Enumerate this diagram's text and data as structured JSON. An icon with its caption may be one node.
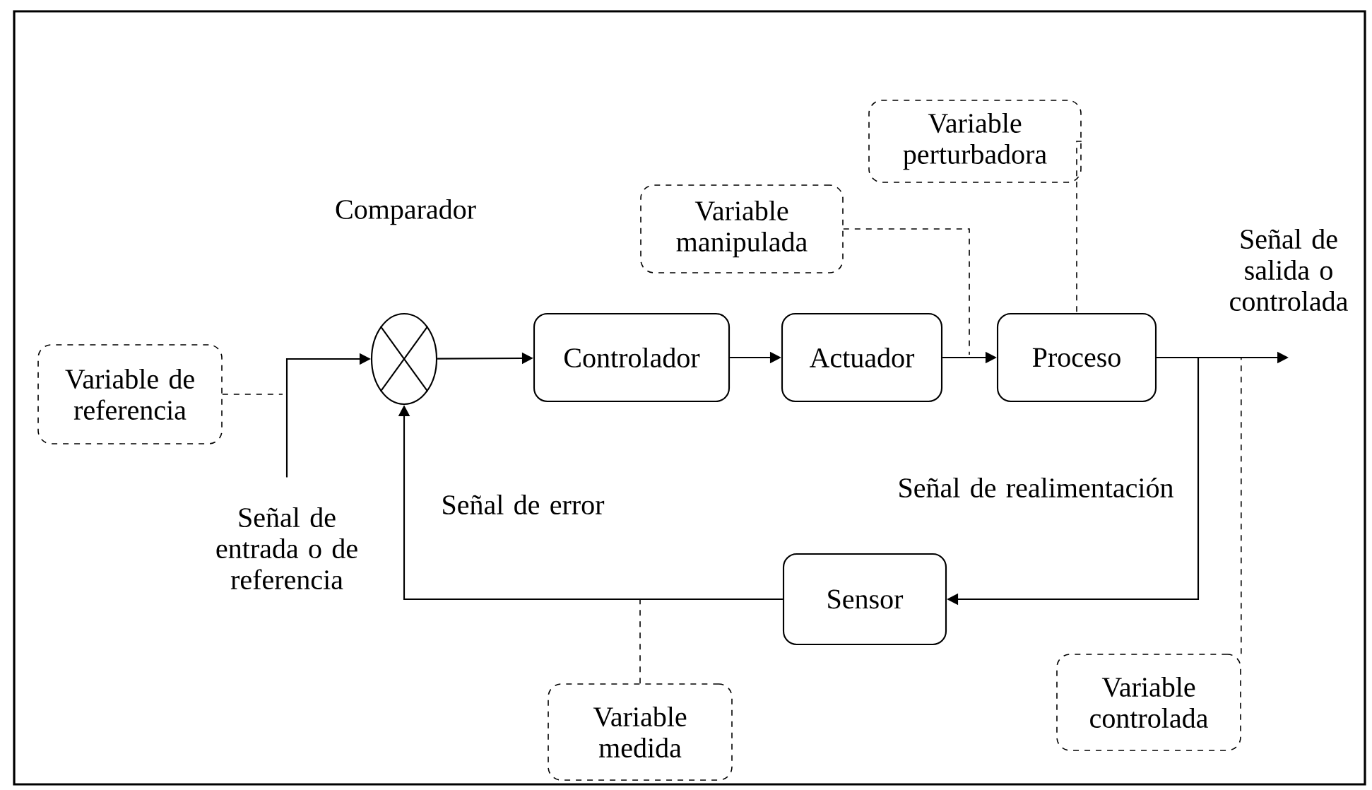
{
  "diagram": {
    "nodes": [
      {
        "text": [
          "Variable perturbadora"
        ]
      },
      {
        "text": [
          "Variable manipulada"
        ]
      },
      {
        "text": [],
        "shape": "circle"
      },
      {
        "text": [
          "Variable de referencia"
        ]
      },
      {
        "text": [
          "Controlador"
        ]
      },
      {
        "text": [
          "Actuador"
        ]
      },
      {
        "text": [
          "Proceso"
        ]
      },
      {
        "text": [
          "Sensor"
        ]
      },
      {
        "text": [
          "Variable medida"
        ]
      },
      {
        "text": [
          "Variable controlada"
        ]
      },
      {
        "text": [
          "Señal de entrada o de referencia"
        ]
      }
    ],
    "edges": [
      {
        "from": 10,
        "to": 2,
        "arrow": "to"
      },
      {
        "from": 3,
        "to": null,
        "arrow": "none",
        "style": "dashed"
      },
      {
        "from": 2,
        "to": 4,
        "arrow": "to"
      },
      {
        "from": 4,
        "to": 5,
        "arrow": "to"
      },
      {
        "from": 5,
        "to": 6,
        "arrow": "to"
      },
      {
        "from": 1,
        "to": null,
        "arrow": "none",
        "style": "dashed"
      },
      {
        "from": 0,
        "to": 6,
        "arrow": "none",
        "style": "dashed"
      },
      {
        "from": 6,
        "to": null,
        "arrow": "to"
      },
      {
        "from": 6,
        "to": 7,
        "arrow": "to"
      },
      {
        "from": 7,
        "to": 2,
        "arrow": "to"
      },
      {
        "from": 8,
        "to": null,
        "arrow": "none",
        "style": "dashed"
      },
      {
        "from": 9,
        "to": null,
        "arrow": "none",
        "style": "dashed"
      }
    ],
    "labels": [
      "Comparador",
      "Señal de error",
      "Señal de realimentación",
      "Señal de salida o controlada"
    ]
  }
}
